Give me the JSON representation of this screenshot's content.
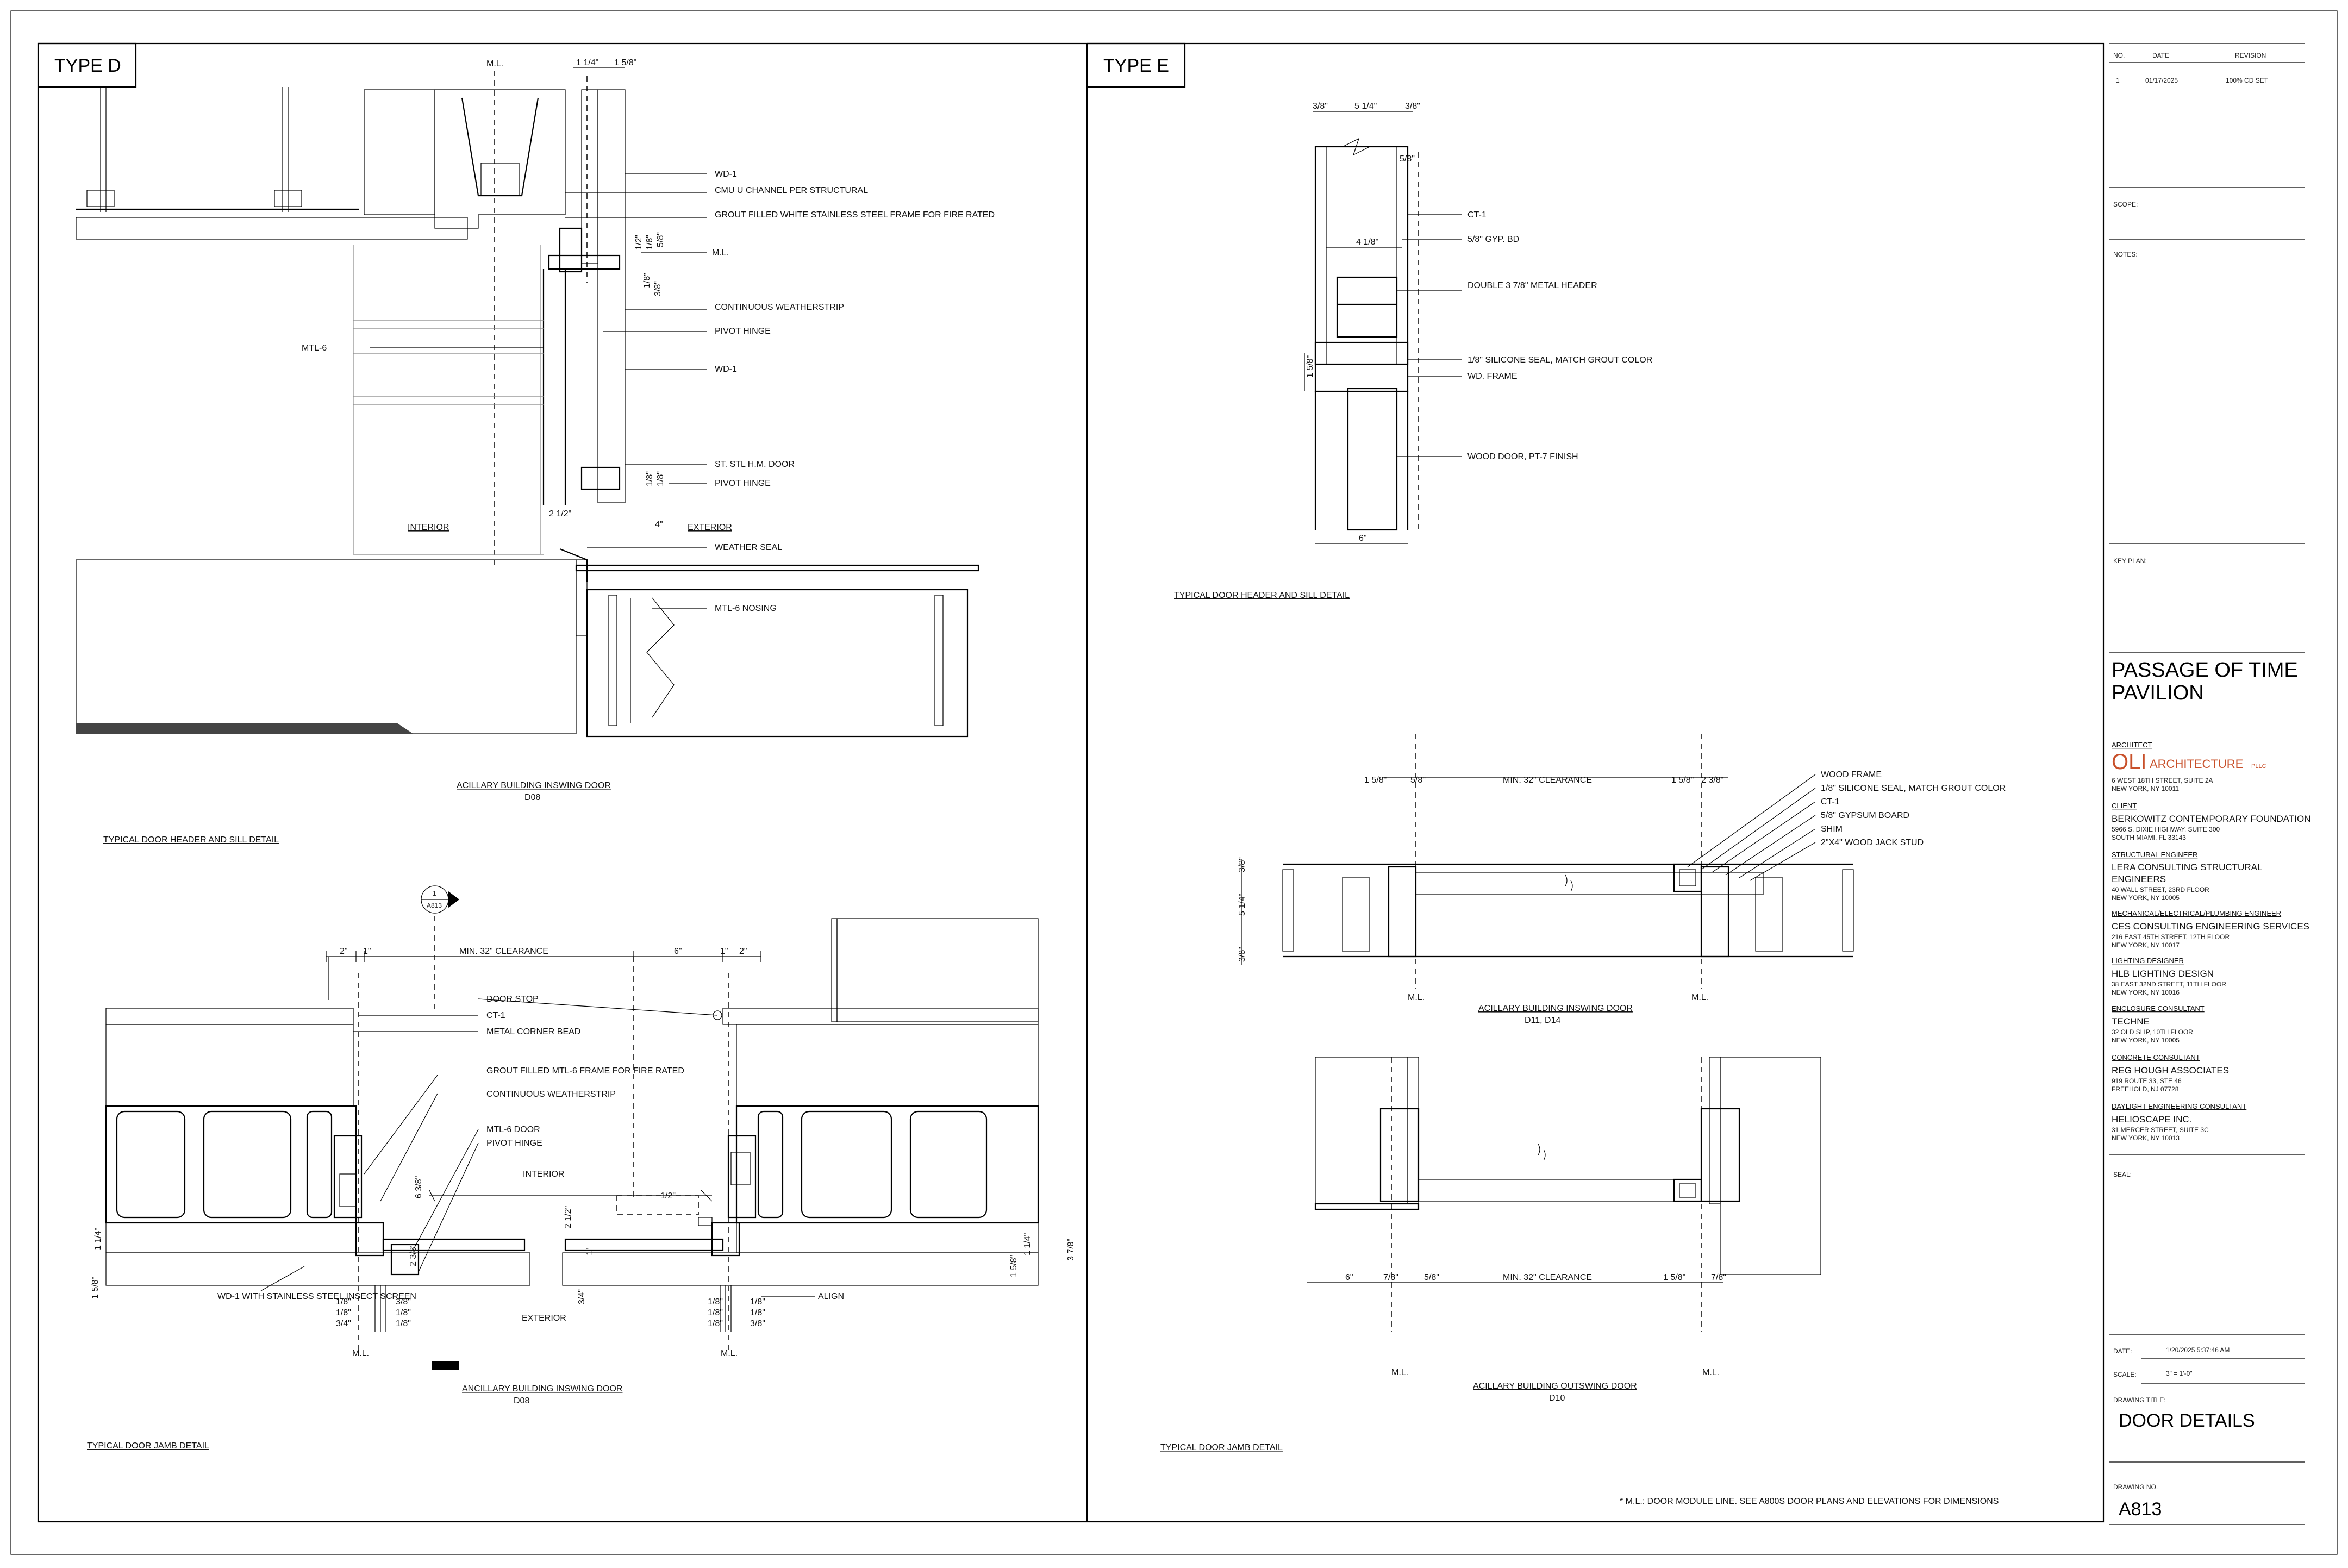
{
  "panels": {
    "type_d": {
      "label": "TYPE D"
    },
    "type_e": {
      "label": "TYPE E"
    }
  },
  "detail_d_top": {
    "ml": "M.L.",
    "dims": [
      "1 1/4\"",
      "1 5/8\"",
      "1/2\"",
      "1/8\"",
      "5/8\"",
      "1/8\"",
      "3/8\"",
      "1/8\"",
      "1/8\"",
      "2 1/2\"",
      "4\""
    ],
    "labels": [
      "WD-1",
      "CMU U CHANNEL PER STRUCTURAL",
      "GROUT FILLED WHITE STAINLESS STEEL FRAME FOR FIRE RATED",
      "M.L.",
      "CONTINUOUS WEATHERSTRIP",
      "PIVOT HINGE",
      "MTL-6",
      "WD-1",
      "ST. STL H.M. DOOR",
      "PIVOT HINGE",
      "INTERIOR",
      "EXTERIOR",
      "WEATHER SEAL",
      "MTL-6 NOSING"
    ],
    "caption": "ACILLARY BUILDING INSWING DOOR",
    "caption_ref": "D08",
    "title": "TYPICAL DOOR HEADER AND SILL DETAIL"
  },
  "detail_d_bottom": {
    "tag_top": "1",
    "tag_bottom": "A813",
    "dims": [
      "2\"",
      "1\"",
      "MIN. 32\" CLEARANCE",
      "6\"",
      "2\"",
      "1\"",
      "1 1/4\"",
      "1 5/8\"",
      "6 3/8\"",
      "2 1/2\"",
      "1/2\"",
      "1\"",
      "1 5/8\"",
      "1 1/4\"",
      "3 7/8\"",
      "3/4\"",
      "2 3/8\"",
      "1/8\"",
      "1/8\"",
      "3/4\"",
      "3/8\"",
      "1/8\"",
      "1/8\"",
      "1/8\"",
      "1/8\"",
      "1/8\"",
      "1/8\"",
      "1/8\"",
      "3/8\""
    ],
    "labels": [
      "DOOR STOP",
      "CT-1",
      "METAL CORNER BEAD",
      "GROUT FILLED MTL-6 FRAME FOR FIRE RATED",
      "CONTINUOUS WEATHERSTRIP",
      "MTL-6 DOOR",
      "PIVOT HINGE",
      "INTERIOR",
      "WD-1 WITH STAINLESS STEEL INSECT SCREEN",
      "EXTERIOR",
      "ALIGN",
      "M.L.",
      "M.L."
    ],
    "caption": "ANCILLARY BUILDING INSWING DOOR",
    "caption_ref": "D08",
    "title": "TYPICAL DOOR JAMB DETAIL"
  },
  "detail_e_top": {
    "dims": [
      "3/8\"",
      "5 1/4\"",
      "3/8\"",
      "5/8\"",
      "4 1/8\"",
      "1 5/8\"",
      "6\""
    ],
    "labels": [
      "CT-1",
      "5/8\" GYP. BD",
      "DOUBLE 3 7/8\" METAL HEADER",
      "1/8\" SILICONE SEAL, MATCH GROUT COLOR",
      "WD. FRAME",
      "WOOD DOOR, PT-7 FINISH"
    ],
    "title": "TYPICAL DOOR HEADER AND SILL DETAIL"
  },
  "detail_e_bottom": {
    "dims_top": [
      "1 5/8\"",
      "5/8\"",
      "MIN. 32\" CLEARANCE",
      "1 5/8\"",
      "2 3/8\""
    ],
    "dims_side": [
      "3/8\"",
      "5 1/4\"",
      "3/8\""
    ],
    "labels": [
      "WOOD FRAME",
      "1/8\" SILICONE SEAL, MATCH GROUT COLOR",
      "CT-1",
      "5/8\" GYPSUM BOARD",
      "SHIM",
      "2\"X4\" WOOD JACK STUD"
    ],
    "ml": "M.L.",
    "caption_1": "ACILLARY BUILDING INSWING DOOR",
    "caption_1_ref": "D11, D14",
    "dims_bottom": [
      "6\"",
      "7/8\"",
      "5/8\"",
      "MIN. 32\" CLEARANCE",
      "1 5/8\"",
      "7/8\""
    ],
    "caption_2": "ACILLARY BUILDING OUTSWING DOOR",
    "caption_2_ref": "D10",
    "title": "TYPICAL DOOR JAMB DETAIL"
  },
  "footnote": "* M.L.: DOOR MODULE LINE. SEE A800S DOOR PLANS AND ELEVATIONS FOR DIMENSIONS",
  "title_block": {
    "rev_headers": [
      "NO.",
      "DATE",
      "REVISION"
    ],
    "revisions": [
      {
        "no": "1",
        "date": "01/17/2025",
        "rev": "100% CD SET"
      }
    ],
    "scope_label": "SCOPE:",
    "notes_label": "NOTES:",
    "key_plan_label": "KEY PLAN:",
    "project": [
      "PASSAGE OF TIME",
      "PAVILION"
    ],
    "architect_label": "ARCHITECT",
    "architect_logo_mark": "OLI",
    "architect_logo_word": "ARCHITECTURE",
    "architect_logo_suffix": "PLLC",
    "architect_addr": [
      "6 WEST 18TH STREET, SUITE 2A",
      "NEW YORK, NY 10011"
    ],
    "consultants": [
      {
        "role": "CLIENT",
        "name": [
          "BERKOWITZ CONTEMPORARY FOUNDATION"
        ],
        "addr": [
          "5966 S. DIXIE HIGHWAY, SUITE 300",
          "SOUTH MIAMI, FL 33143"
        ]
      },
      {
        "role": "STRUCTURAL ENGINEER",
        "name": [
          "LERA CONSULTING STRUCTURAL",
          "ENGINEERS"
        ],
        "addr": [
          "40 WALL STREET, 23RD FLOOR",
          "NEW YORK, NY 10005"
        ]
      },
      {
        "role": "MECHANICAL/ELECTRICAL/PLUMBING ENGINEER",
        "name": [
          "CES CONSULTING ENGINEERING SERVICES"
        ],
        "addr": [
          "216 EAST 45TH STREET, 12TH FLOOR",
          "NEW YORK, NY 10017"
        ]
      },
      {
        "role": "LIGHTING DESIGNER",
        "name": [
          "HLB LIGHTING DESIGN"
        ],
        "addr": [
          "38 EAST 32ND STREET, 11TH FLOOR",
          "NEW YORK, NY 10016"
        ]
      },
      {
        "role": "ENCLOSURE CONSULTANT",
        "name": [
          "TECHNE"
        ],
        "addr": [
          "32 OLD SLIP, 10TH FLOOR",
          "NEW YORK, NY 10005"
        ]
      },
      {
        "role": "CONCRETE CONSULTANT",
        "name": [
          "REG HOUGH ASSOCIATES"
        ],
        "addr": [
          "919 ROUTE 33, STE 46",
          "FREEHOLD, NJ 07728"
        ]
      },
      {
        "role": "DAYLIGHT ENGINEERING CONSULTANT",
        "name": [
          "HELIOSCAPE INC."
        ],
        "addr": [
          "31 MERCER STREET, SUITE 3C",
          "NEW YORK, NY 10013"
        ]
      }
    ],
    "seal_label": "SEAL:",
    "date_label": "DATE:",
    "date_value": "1/20/2025 5:37:46 AM",
    "scale_label": "SCALE:",
    "scale_value": "3\" = 1'-0\"",
    "drawing_title_label": "DRAWING TITLE:",
    "drawing_title": "DOOR DETAILS",
    "drawing_no_label": "DRAWING NO.",
    "drawing_no": "A813"
  },
  "colors": {
    "ink": "#000000",
    "logo_accent": "#c8502a",
    "hatch_grey": "#9a9a9a"
  }
}
